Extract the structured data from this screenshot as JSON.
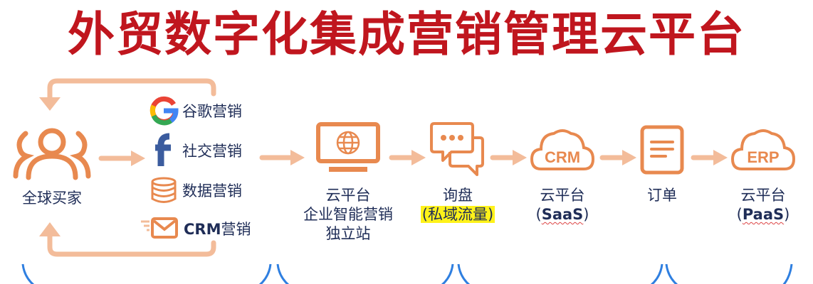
{
  "title": "外贸数字化集成营销管理云平台",
  "colors": {
    "title_red": "#c0161e",
    "icon_orange": "#e8894f",
    "arrow_peach": "#f3bc9a",
    "text_navy": "#1f2d57",
    "highlight_yellow": "#fff21a",
    "bracket_blue": "#2f7fe0"
  },
  "buyers": {
    "icon": "users-group-icon",
    "label": "全球买家"
  },
  "channels": [
    {
      "icon": "google-icon",
      "label": "谷歌营销"
    },
    {
      "icon": "facebook-icon",
      "label": "社交营销"
    },
    {
      "icon": "database-icon",
      "label": "数据营销"
    },
    {
      "icon": "email-icon",
      "label_prefix": "CRM",
      "label": "营销"
    }
  ],
  "steps": [
    {
      "icon": "monitor-globe-icon",
      "lines": [
        "云平台",
        "企业智能营销",
        "独立站"
      ]
    },
    {
      "icon": "chat-bubbles-icon",
      "lines": [
        "询盘",
        "(私域流量)"
      ]
    },
    {
      "icon": "cloud-crm-icon",
      "badge": "CRM",
      "lines": [
        "云平台",
        "(",
        "SaaS",
        ")"
      ]
    },
    {
      "icon": "document-icon",
      "lines": [
        "订单"
      ]
    },
    {
      "icon": "cloud-erp-icon",
      "badge": "ERP",
      "lines": [
        "云平台",
        "(",
        "PaaS",
        ")"
      ]
    }
  ]
}
